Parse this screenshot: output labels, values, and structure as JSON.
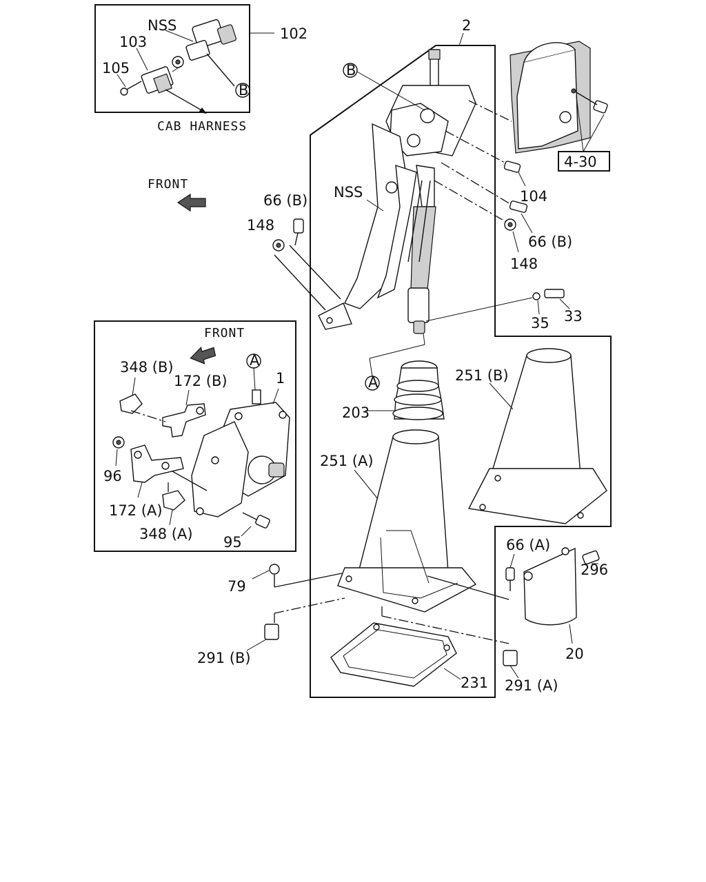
{
  "insets": {
    "top_left": {
      "nss": "NSS",
      "part_102": "102",
      "part_103": "103",
      "part_105": "105",
      "ref_b": "B",
      "cab_harness": "CAB HARNESS"
    },
    "lower_left": {
      "front": "FRONT",
      "part_348b": "348 (B)",
      "part_172b": "172 (B)",
      "ref_a": "A",
      "part_1": "1",
      "part_96": "96",
      "part_172a": "172 (A)",
      "part_348a": "348 (A)",
      "part_95": "95"
    }
  },
  "main": {
    "front": "FRONT",
    "part_2": "2",
    "ref_b": "B",
    "part_4_30": "4-30",
    "part_104": "104",
    "nss": "NSS",
    "part_66b_left": "66 (B)",
    "part_148_left": "148",
    "part_66b_right": "66 (B)",
    "part_148_right": "148",
    "part_35": "35",
    "part_33": "33",
    "ref_a": "A",
    "part_203": "203",
    "part_251b": "251 (B)",
    "part_251a": "251 (A)",
    "part_66a": "66 (A)",
    "part_296": "296",
    "part_79": "79",
    "part_20": "20",
    "part_291b": "291 (B)",
    "part_231": "231",
    "part_291a": "291 (A)"
  }
}
